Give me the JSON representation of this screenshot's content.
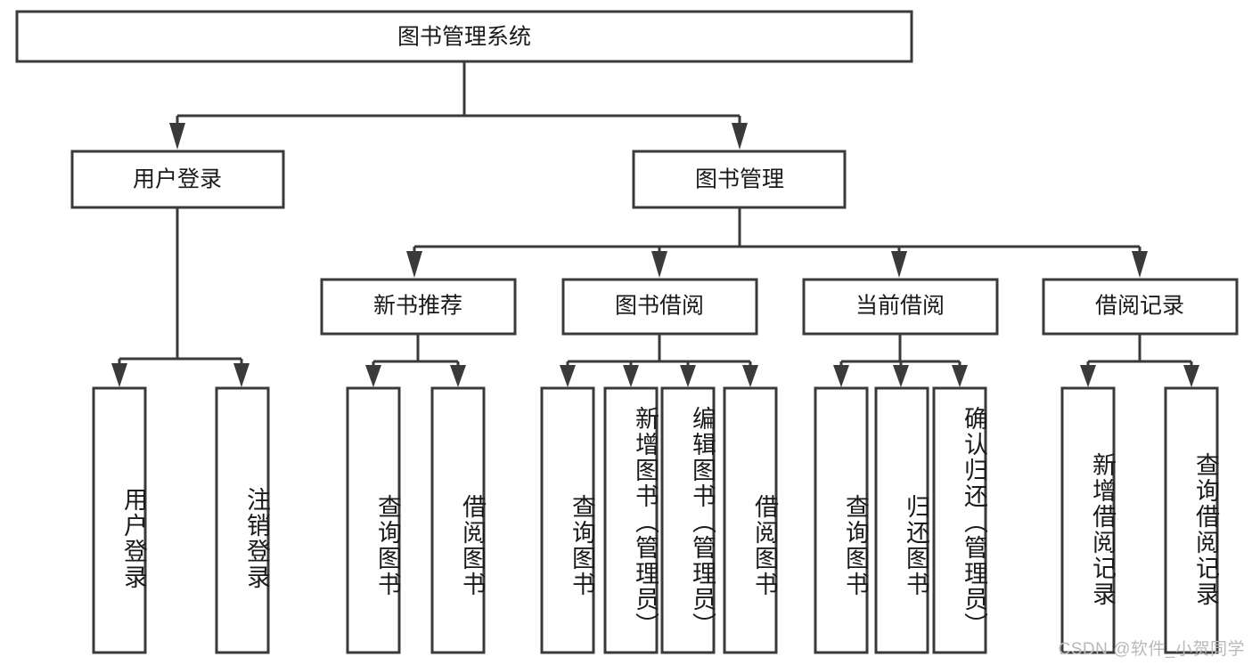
{
  "diagram": {
    "type": "tree",
    "title": "图书管理系统",
    "background_color": "#ffffff",
    "line_color": "#3a3a3a",
    "text_color": "#1a1a1a",
    "root": {
      "label": "图书管理系统"
    },
    "level2": [
      {
        "id": "user-login",
        "label": "用户登录"
      },
      {
        "id": "book-manage",
        "label": "图书管理"
      }
    ],
    "level3": [
      {
        "id": "new-book-rec",
        "label": "新书推荐"
      },
      {
        "id": "book-borrow",
        "label": "图书借阅"
      },
      {
        "id": "current-borrow",
        "label": "当前借阅"
      },
      {
        "id": "borrow-record",
        "label": "借阅记录"
      }
    ],
    "leaves": {
      "user_login": [
        {
          "id": "leaf-user-login",
          "label": "用户登录"
        },
        {
          "id": "leaf-logout-login",
          "label": "注销登录"
        }
      ],
      "new_book_rec": [
        {
          "id": "leaf-query-book-1",
          "label": "查询图书"
        },
        {
          "id": "leaf-borrow-book-1",
          "label": "借阅图书"
        }
      ],
      "book_borrow": [
        {
          "id": "leaf-query-book-2",
          "label": "查询图书"
        },
        {
          "id": "leaf-add-book",
          "label": "新增图书（管理员）"
        },
        {
          "id": "leaf-edit-book",
          "label": "编辑图书（管理员）"
        },
        {
          "id": "leaf-borrow-book-2",
          "label": "借阅图书"
        }
      ],
      "current_borrow": [
        {
          "id": "leaf-query-book-3",
          "label": "查询图书"
        },
        {
          "id": "leaf-return-book",
          "label": "归还图书"
        },
        {
          "id": "leaf-confirm-return",
          "label": "确认归还（管理员）"
        }
      ],
      "borrow_record": [
        {
          "id": "leaf-add-record",
          "label": "新增借阅记录"
        },
        {
          "id": "leaf-query-record",
          "label": "查询借阅记录"
        }
      ]
    }
  },
  "watermark": {
    "text": "CSDN @软件_小贺同学"
  }
}
